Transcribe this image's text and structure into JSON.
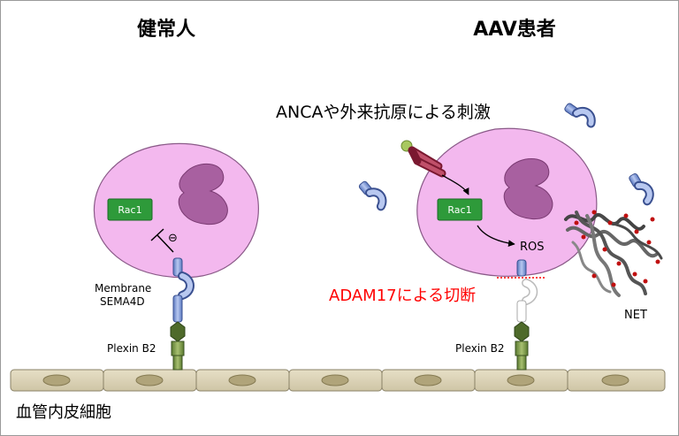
{
  "titles": {
    "left": "健常人",
    "right": "AAV患者"
  },
  "stimulus_label": "ANCAや外来抗原による刺激",
  "labels": {
    "rac1_left": "Rac1",
    "rac1_right": "Rac1",
    "inhibit_symbol": "⊖",
    "membrane_sema4d_line1": "Membrane",
    "membrane_sema4d_line2": "SEMA4D",
    "plexin_left": "Plexin B2",
    "plexin_right": "Plexin B2",
    "ros": "ROS",
    "adam17": "ADAM17による切断",
    "net": "NET",
    "endothelium": "血管内皮細胞"
  },
  "colors": {
    "cell_fill": "#f3b8ee",
    "nucleus_fill": "#a860a0",
    "rac1_fill": "#2e9a3a",
    "sema4d": "#7a9ad8",
    "plexin": "#5d7d3a",
    "antibody": "#a0304a",
    "adam17_text": "#ff0000",
    "endothelium": "#d8d0b4"
  }
}
